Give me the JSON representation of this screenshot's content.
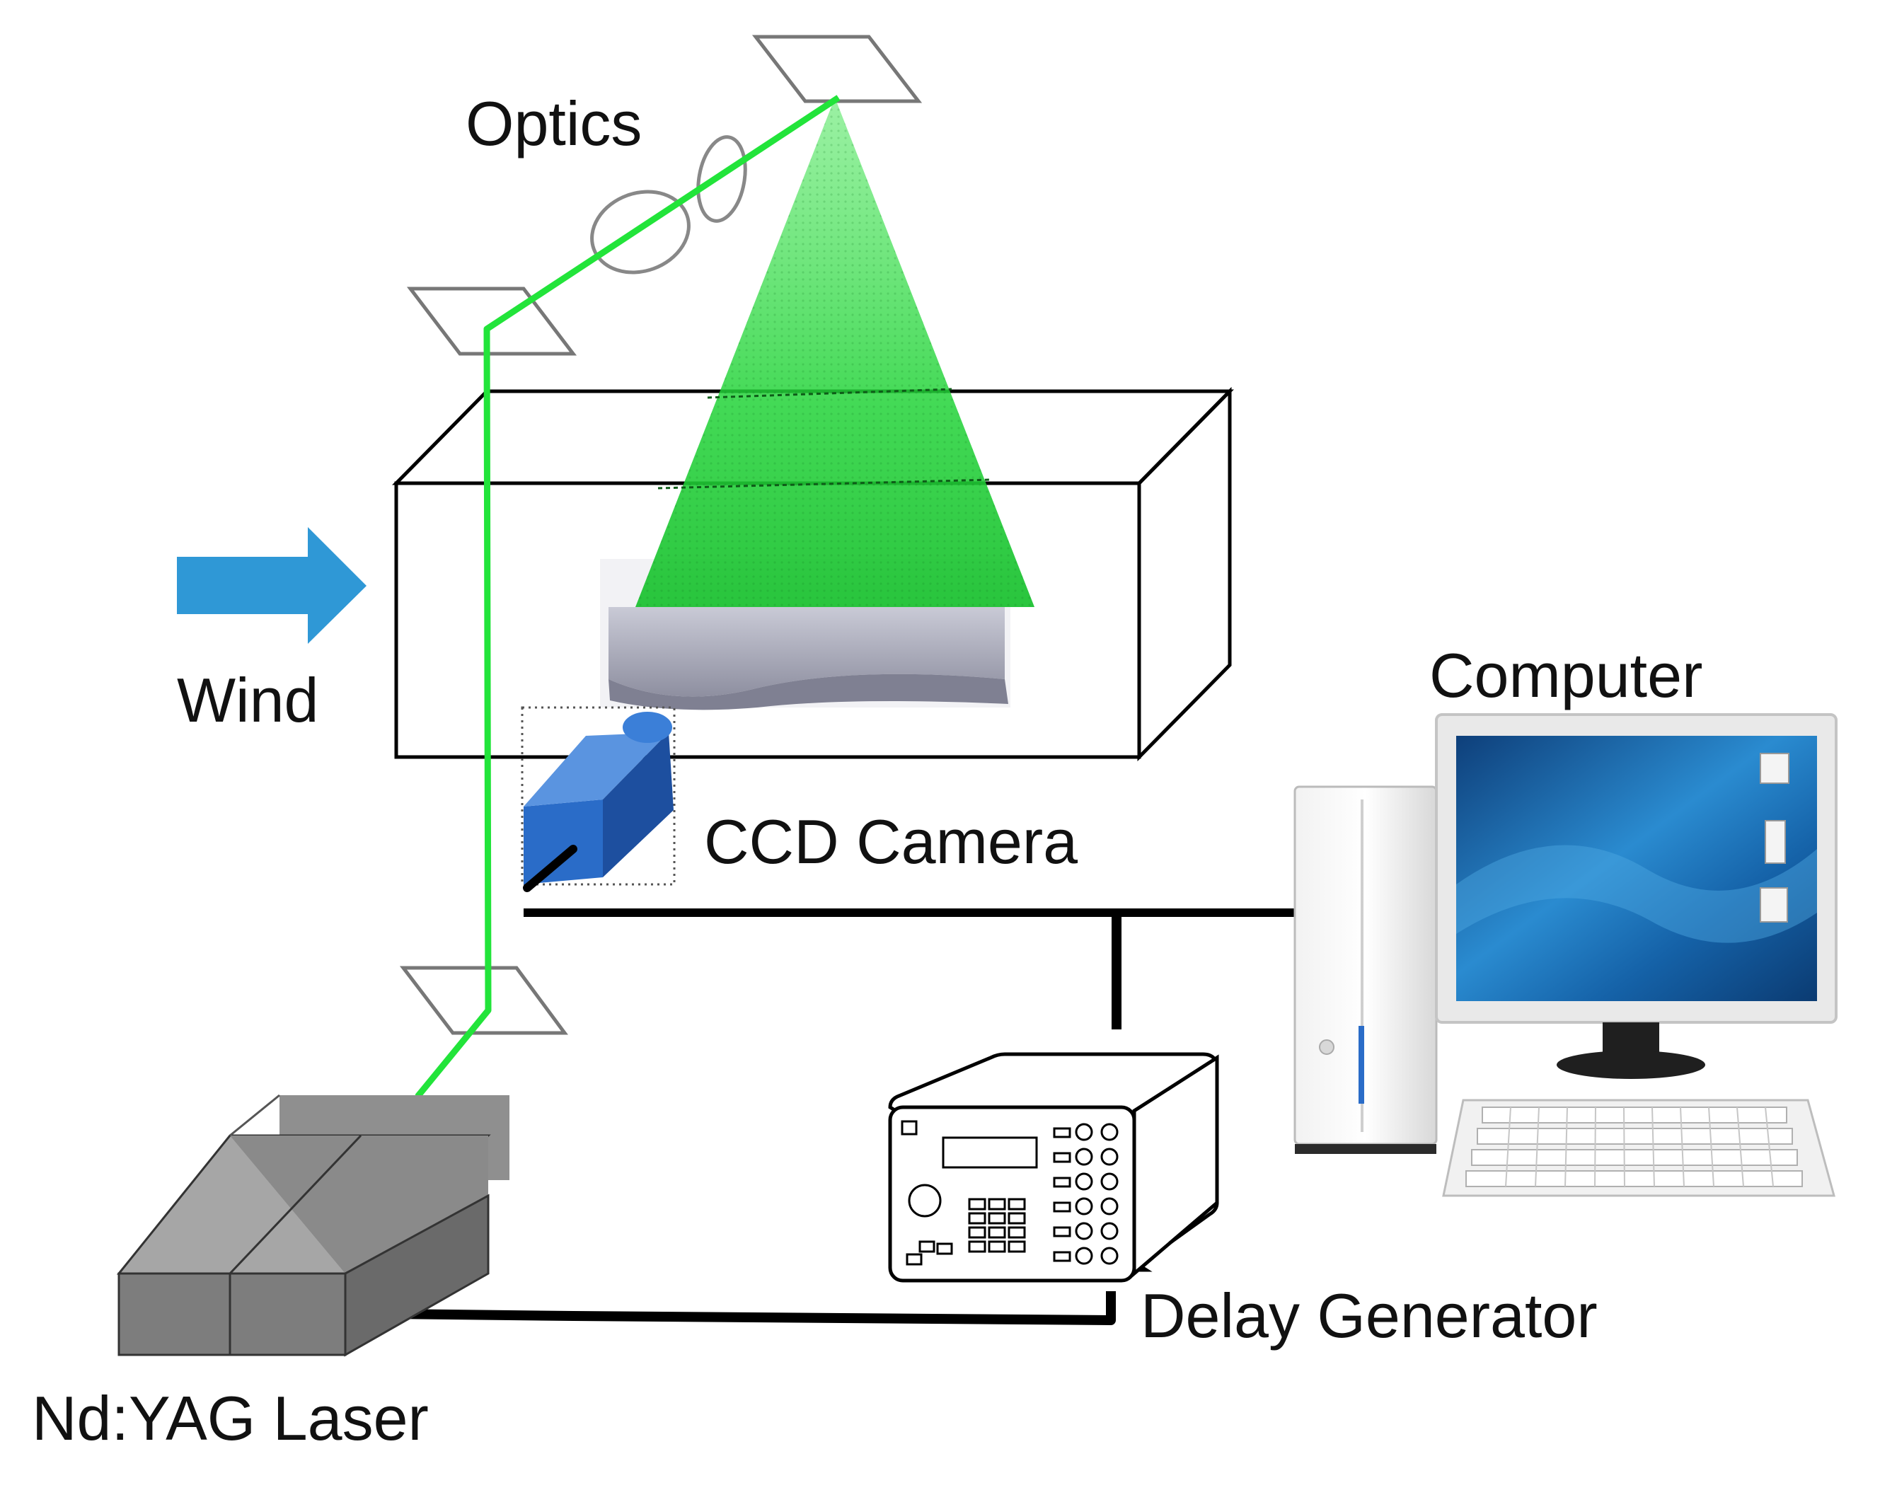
{
  "labels": {
    "optics": "Optics",
    "wind": "Wind",
    "ccd_camera": "CCD Camera",
    "computer": "Computer",
    "delay_generator": "Delay Generator",
    "laser": "Nd:YAG Laser"
  },
  "colors": {
    "laser_beam": "#22e43a",
    "light_sheet": "#27d83c",
    "wind_arrow": "#2f98d6",
    "camera_body": "#2a6cc8",
    "cable": "#000000",
    "laser_body": "#8a8a8a",
    "wing_model": "#a8a9b8",
    "monitor_screen": "#1d6fb0"
  },
  "icons": [
    "wind-arrow-icon",
    "mirror-icon",
    "lens-icon",
    "camera-icon",
    "computer-icon",
    "delay-generator-icon",
    "laser-icon"
  ]
}
